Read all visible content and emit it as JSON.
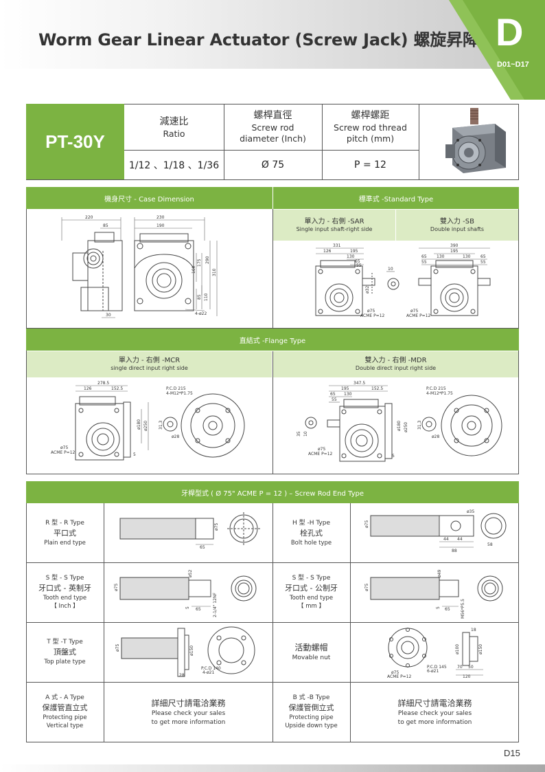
{
  "header": {
    "title": "Worm Gear Linear Actuator (Screw Jack) 螺旋昇降器",
    "section_letter": "D",
    "section_range": "D01~D17"
  },
  "spec": {
    "model": "PT-30Y",
    "ratio_cn": "減速比",
    "ratio_en": "Ratio",
    "rod_dia_cn": "螺桿直徑",
    "rod_dia_en1": "Screw rod",
    "rod_dia_en2": "diameter (Inch)",
    "pitch_cn": "螺桿螺距",
    "pitch_en1": "Screw rod thread",
    "pitch_en2": "pitch (mm)",
    "ratio_value": "1/12 、1/18 、1/36",
    "rod_dia_value": "Ø 75",
    "pitch_value": "P = 12"
  },
  "case_section": {
    "case_title": "機身尺寸 - Case Dimension",
    "standard_title": "標準式 -Standard Type",
    "sar_cn": "單入力 - 右側 -SAR",
    "sar_en": "Single input shaft-right side",
    "sb_cn": "雙入力 -SB",
    "sb_en": "Double input shafts",
    "case_dims": {
      "d220": "220",
      "d85": "85",
      "d230": "230",
      "d190": "190",
      "d100": "100",
      "d175": "175",
      "d290": "290",
      "d310": "310",
      "d85b": "85",
      "d110": "110",
      "d30": "30",
      "holes": "4-ø22"
    },
    "sar_dims": {
      "d331": "331",
      "d126": "126",
      "d195": "195",
      "d130": "130",
      "d65": "65",
      "d55": "55",
      "d10": "10",
      "d32": "ø32",
      "rod": "ø75",
      "acme": "ACME P=12"
    },
    "sb_dims": {
      "d390": "390",
      "d195": "195",
      "d65": "65",
      "d130": "130",
      "d130b": "130",
      "d65b": "65",
      "d55": "55",
      "d55b": "55",
      "rod": "ø75",
      "acme": "ACME P=12"
    }
  },
  "flange_section": {
    "title": "直結式 -Flange Type",
    "mcr_cn": "單入力 - 右側 -MCR",
    "mcr_en": "single direct input right side",
    "mdr_cn": "雙入力 - 右側 -MDR",
    "mdr_en": "Double direct input right side",
    "mcr_dims": {
      "d278": "278.5",
      "d126": "126",
      "d152": "152.5",
      "pcd": "P.C.D 215",
      "bolts": "4-M12*P1.75",
      "d180": "ø180",
      "d250": "ø250",
      "d31": "31.3",
      "d28": "ø28",
      "d5": "5",
      "rod": "ø75",
      "acme": "ACME P=12"
    },
    "mdr_dims": {
      "d347": "347.5",
      "d195": "195",
      "d152": "152.5",
      "d65": "65",
      "d130": "130",
      "d55": "55",
      "pcd": "P.C.D 215",
      "bolts": "4-M12*P1.75",
      "d180": "ø180",
      "d250": "ø250",
      "d31": "31.3",
      "d28": "ø28",
      "d5": "5",
      "d35": "35",
      "d10": "10",
      "rod": "ø75",
      "acme": "ACME P=12"
    }
  },
  "rod_section": {
    "title": "牙桿型式 ( Ø 75\"  ACME P = 12 ) – Screw Rod End Type",
    "types": [
      {
        "code": "R 型 - R Type",
        "cn": "平口式",
        "en": "Plain end type"
      },
      {
        "code": "H 型 -H Type",
        "cn": "栓孔式",
        "en": "Bolt hole type"
      },
      {
        "code": "S 型 - S Type",
        "cn": "牙口式 - 英制牙",
        "en": "Tooth end type",
        "unit": "【 Inch 】"
      },
      {
        "code": "S 型 - S Type",
        "cn": "牙口式 - 公制牙",
        "en": "Tooth end type",
        "unit": "【 mm 】"
      },
      {
        "code": "T 型 -T Type",
        "cn": "頂盤式",
        "en": "Top plate type"
      },
      {
        "code": "",
        "cn": "活動螺帽",
        "en": "Movable nut"
      },
      {
        "code": "A 式 - A Type",
        "cn": "保護管直立式",
        "en": "Protecting pipe",
        "en2": "Vertical type"
      },
      {
        "code": "B 式 -B Type",
        "cn": "保護管倒立式",
        "en": "Protecting pipe",
        "en2": "Upside down type"
      }
    ],
    "contact_cn": "詳細尺寸請電洽業務",
    "contact_en1": "Please check your sales",
    "contact_en2": "to get more information",
    "r_dims": {
      "d75": "ø75",
      "d65": "65"
    },
    "h_dims": {
      "d35": "ø35",
      "d75": "ø75",
      "d44a": "44",
      "d44b": "44",
      "d88": "88",
      "d58": "58"
    },
    "si_dims": {
      "d75": "ø75",
      "d52": "ø52",
      "d65": "65",
      "d5": "5",
      "thread": "2-1/4\" 12NF"
    },
    "sm_dims": {
      "d75": "ø75",
      "d49": "ø49",
      "d65": "65",
      "d5": "5",
      "thread": "M56*P5.5"
    },
    "t_dims": {
      "d75": "ø75",
      "d150": "ø150",
      "d28": "28",
      "pcd": "P.C.D 140",
      "bolts": "4-ø21"
    },
    "nut_dims": {
      "d18": "18",
      "d100": "ø100",
      "d150": "ø150",
      "d70": "70",
      "d50": "50",
      "d120": "120",
      "rod": "ø75",
      "acme": "ACME P=12",
      "pcd": "P.C.D 145",
      "bolts": "6-ø21"
    }
  },
  "footer": {
    "page": "D15"
  },
  "colors": {
    "green": "#7cb342",
    "light_green": "#dcebc4",
    "border": "#555555"
  }
}
